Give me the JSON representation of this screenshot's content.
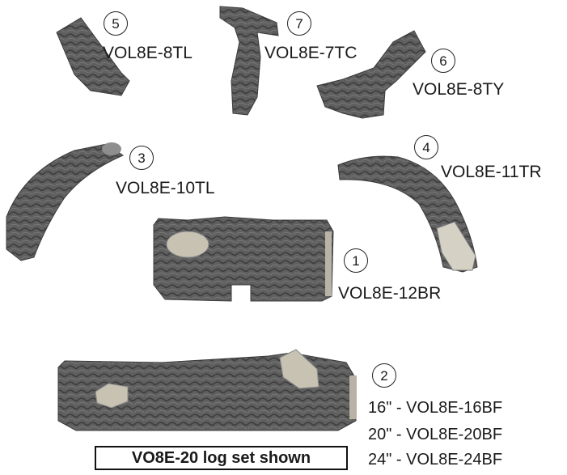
{
  "parts": [
    {
      "number": "5",
      "code": "VOL8E-8TL"
    },
    {
      "number": "7",
      "code": "VOL8E-7TC"
    },
    {
      "number": "6",
      "code": "VOL8E-8TY"
    },
    {
      "number": "3",
      "code": "VOL8E-10TL"
    },
    {
      "number": "4",
      "code": "VOL8E-11TR"
    },
    {
      "number": "1",
      "code": "VOL8E-12BR"
    },
    {
      "number": "2",
      "sizes": [
        "16\" - VOL8E-16BF",
        "20\" - VOL8E-20BF",
        "24\" - VOL8E-24BF"
      ]
    }
  ],
  "caption": "VO8E-20 log set shown",
  "colors": {
    "bark": "#5f5f5f",
    "bark_dark": "#3c3c3c",
    "cut_end": "#c8c2b3",
    "line": "#222222"
  }
}
